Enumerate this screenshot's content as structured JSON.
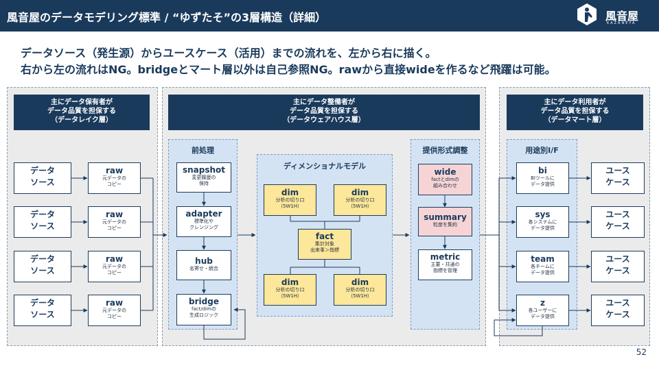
{
  "header": {
    "title": "風音屋のデータモデリング標準 / “ゆずたそ”の3層構造（詳細）",
    "logo_text": "風音屋",
    "logo_sub": "KAZANEYA"
  },
  "subtitle": {
    "line1": "データソース（発生源）からユースケース（活用）までの流れを、左から右に描く。",
    "line2": "右から左の流れはNG。bridgeとマート層以外は自己参照NG。rawから直接wideを作るなど飛躍は可能。"
  },
  "lake": {
    "header": [
      "主にデータ保有者が",
      "データ品質を担保する",
      "（データレイク層）"
    ],
    "source_label": [
      "データ",
      "ソース"
    ],
    "raw_title": "raw",
    "raw_desc": [
      "元データの",
      "コピー"
    ]
  },
  "warehouse": {
    "header": [
      "主にデータ整備者が",
      "データ品質を担保する",
      "（データウェアハウス層）"
    ],
    "pre": {
      "title": "前処理",
      "snapshot": {
        "title": "snapshot",
        "desc": [
          "変更履歴の",
          "保持"
        ]
      },
      "adapter": {
        "title": "adapter",
        "desc": [
          "標準化や",
          "クレンジング"
        ]
      },
      "hub": {
        "title": "hub",
        "desc": [
          "名寄せ・統合"
        ]
      },
      "bridge": {
        "title": "bridge",
        "desc": [
          "fact/dimの",
          "生成ロジック"
        ]
      }
    },
    "dimensional": {
      "title": "ディメンショナルモデル",
      "dim": {
        "title": "dim",
        "desc": [
          "分析の切り口",
          "（5W1H）"
        ]
      },
      "fact": {
        "title": "fact",
        "desc": [
          "集計対象",
          "出来事＞指標"
        ]
      }
    },
    "format": {
      "title": "提供形式調整",
      "wide": {
        "title": "wide",
        "desc": [
          "factとdimの",
          "組み合わせ"
        ]
      },
      "summary": {
        "title": "summary",
        "desc": [
          "粒度を集約"
        ]
      },
      "metric": {
        "title": "metric",
        "desc": [
          "主要・共通の",
          "指標を管理"
        ]
      }
    }
  },
  "mart": {
    "header": [
      "主にデータ利用者が",
      "データ品質を担保する",
      "（データマート層）"
    ],
    "title": "用途別I/F",
    "bi": {
      "title": "bi",
      "desc": [
        "BIツールに",
        "データ提供"
      ]
    },
    "sys": {
      "title": "sys",
      "desc": [
        "各システムに",
        "データ提供"
      ]
    },
    "team": {
      "title": "team",
      "desc": [
        "各チームに",
        "データ提供"
      ]
    },
    "z": {
      "title": "z",
      "desc": [
        "各ユーザーに",
        "データ提供"
      ]
    },
    "usecase_label": [
      "ユース",
      "ケース"
    ]
  },
  "page_number": "52",
  "colors": {
    "navy": "#1a3a5c",
    "panel": "#ebebeb",
    "sub_panel": "#d4e3f3",
    "dim": "#fde79a",
    "format": "#f6d4d6"
  }
}
